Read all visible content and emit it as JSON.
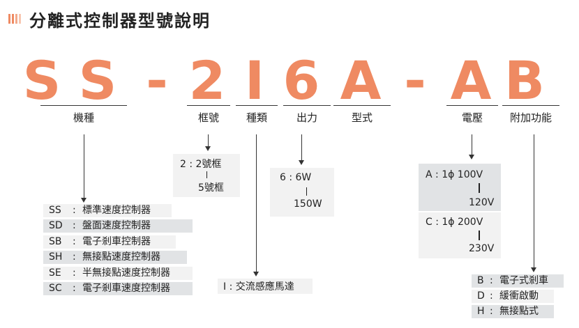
{
  "title": "分離式控制器型號說明",
  "colors": {
    "accent": "#ef8a62",
    "box_light": "#f2f2f2",
    "box_dark": "#e1e3e5"
  },
  "code": [
    "S",
    "S",
    "-",
    "2",
    "I",
    "6",
    "A",
    "-",
    "A",
    "B"
  ],
  "labels": {
    "model": "機種",
    "frame": "框號",
    "type": "種類",
    "output": "出力",
    "form": "型式",
    "voltage": "電壓",
    "option": "附加功能"
  },
  "frame_box": {
    "line1": "2 : 2號框",
    "line2": "5號框"
  },
  "output_box": {
    "line1": "6 : 6W",
    "line2": "150W"
  },
  "voltage_box": {
    "a_line1": "A : 1ϕ 100V",
    "a_line2": "120V",
    "c_line1": "C : 1ϕ 200V",
    "c_line2": "230V"
  },
  "model_list": [
    {
      "code": "SS",
      "desc": "標準速度控制器"
    },
    {
      "code": "SD",
      "desc": "盤面速度控制器"
    },
    {
      "code": "SB",
      "desc": "電子剎車控制器"
    },
    {
      "code": "SH",
      "desc": "無接點速度控制器"
    },
    {
      "code": "SE",
      "desc": "半無接點速度控制器"
    },
    {
      "code": "SC",
      "desc": "電子剎車速度控制器"
    }
  ],
  "type_box": {
    "text": "I : 交流感應馬達"
  },
  "option_list": [
    {
      "code": "B",
      "desc": "電子式剎車"
    },
    {
      "code": "D",
      "desc": "緩衝啟動"
    },
    {
      "code": "H",
      "desc": "無接點式"
    }
  ]
}
